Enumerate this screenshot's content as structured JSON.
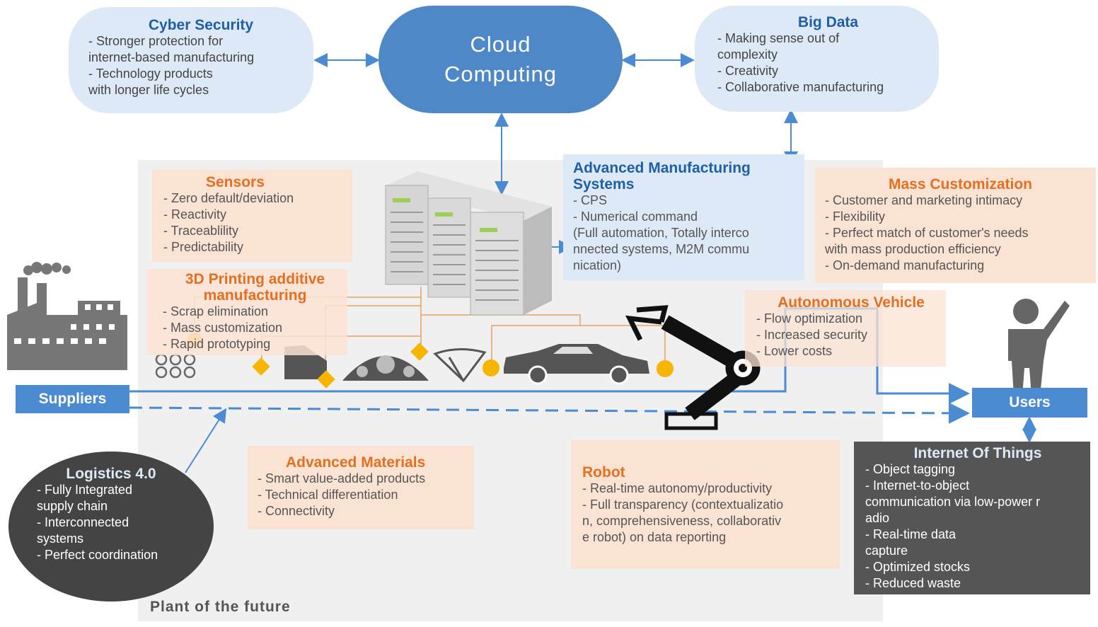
{
  "plant_label": "Plant of the future",
  "cloud": {
    "line1": "Cloud",
    "line2": "Computing"
  },
  "cyber": {
    "title": "Cyber Security",
    "lines": [
      "- Stronger protection for",
      "internet-based manufacturing",
      "- Technology products",
      "with longer life cycles"
    ]
  },
  "bigdata": {
    "title": "Big Data",
    "lines": [
      "- Making sense out of",
      "complexity",
      "- Creativity",
      "- Collaborative manufacturing"
    ]
  },
  "sensors": {
    "title": "Sensors",
    "lines": [
      "- Zero default/deviation",
      "- Reactivity",
      "- Traceablility",
      "- Predictability"
    ]
  },
  "printing": {
    "title1": "3D Printing additive",
    "title2": "manufacturing",
    "lines": [
      "- Scrap elimination",
      "- Mass customization",
      "- Rapid prototyping"
    ]
  },
  "ams": {
    "title1": "Advanced Manufacturing",
    "title2": "Systems",
    "lines": [
      "- CPS",
      "- Numerical command",
      "(Full automation, Totally interco",
      "nnected systems, M2M commu",
      "nication)"
    ]
  },
  "mass": {
    "title": "Mass Customization",
    "lines": [
      "- Customer and marketing intimacy",
      "- Flexibility",
      "- Perfect match of customer's needs",
      "with mass production efficiency",
      "- On-demand manufacturing"
    ]
  },
  "auto": {
    "title": "Autonomous Vehicle",
    "lines": [
      "- Flow optimization",
      "- Increased security",
      "- Lower costs"
    ]
  },
  "suppliers": "Suppliers",
  "users": "Users",
  "logistics": {
    "title": "Logistics 4.0",
    "lines": [
      "- Fully Integrated",
      "supply chain",
      "- Interconnected",
      "systems",
      "- Perfect coordination"
    ]
  },
  "materials": {
    "title": "Advanced Materials",
    "lines": [
      "- Smart value-added products",
      "- Technical differentiation",
      "- Connectivity"
    ]
  },
  "robot": {
    "title": "Robot",
    "lines": [
      "- Real-time autonomy/productivity",
      "- Full transparency (contextualizatio",
      "n, comprehensiveness, collaborativ",
      "e robot) on data reporting"
    ]
  },
  "iot": {
    "title": "Internet Of Things",
    "lines": [
      "- Object tagging",
      "- Internet-to-object",
      "communication via low-power r",
      "adio",
      "- Real-time data",
      "capture",
      "- Optimized stocks",
      "- Reduced waste"
    ]
  },
  "colors": {
    "accent_blue": "#4a8bd1",
    "orange": "#e37022",
    "sensor_yellow": "#f7b500"
  }
}
